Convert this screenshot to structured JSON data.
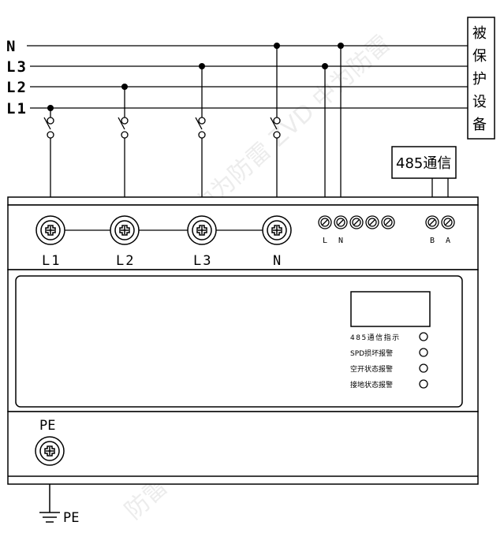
{
  "bus_lines": [
    {
      "id": "N",
      "label": "N"
    },
    {
      "id": "L3",
      "label": "L3"
    },
    {
      "id": "L2",
      "label": "L2"
    },
    {
      "id": "L1",
      "label": "L1"
    }
  ],
  "protected_equipment": [
    "被",
    "保",
    "护",
    "设",
    "备"
  ],
  "comm_box_label": "485通信",
  "main_terminals": [
    "L1",
    "L2",
    "L3",
    "N"
  ],
  "power_terminal_labels": [
    "L",
    "N"
  ],
  "comm_terminal_labels": [
    "B",
    "A"
  ],
  "indicators": [
    {
      "label": "485通信指示"
    },
    {
      "label": "SPD损坏报警"
    },
    {
      "label": "空开状态报警"
    },
    {
      "label": "接地状态报警"
    }
  ],
  "pe_terminal_label": "PE",
  "ground_label": "PE",
  "watermark": "防雷 ZVD 中为防雷 ZVD 中为防雷"
}
